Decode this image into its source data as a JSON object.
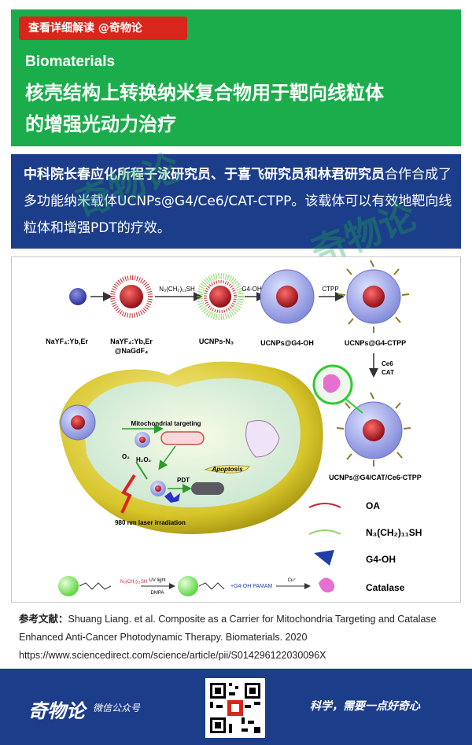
{
  "badge": "查看详细解读 @奇物论",
  "journal": "Biomaterials",
  "title_line1": "核壳结构上转换纳米复合物用于靶向线粒体",
  "title_line2": "的增强光动力治疗",
  "summary": {
    "bold": "中科院长春应化所程子泳研究员、于喜飞研究员和林君研究员",
    "rest": "合作合成了多功能纳米载体UCNPs@G4/Ce6/CAT-CTPP。该载体可以有效地靶向线粒体和增强PDT的疗效。"
  },
  "watermark": "奇物论",
  "figure": {
    "labels": {
      "core": "NaYF₄:Yb,Er",
      "shell_a": "NaYF₄:Yb,Er",
      "shell_b": "@NaGdF₄",
      "ucnps_n3": "UCNPs-N₃",
      "ucnps_g4": "UCNPs@G4-OH",
      "ucnps_ctpp": "UCNPs@G4-CTPP",
      "final": "UCNPs@G4/CAT/Ce6-CTPP",
      "arrow1": "N₃(CH₂)₁₁SH",
      "arrow2": "G4-OH",
      "arrow3": "CTPP",
      "arrow4a": "Ce6",
      "arrow4b": "CAT",
      "mito": "Mitochondrial targeting",
      "o2": "O₂",
      "h2o2": "H₂O₂",
      "pdt": "PDT",
      "apoptosis": "Apoptosis",
      "laser": "980 nm laser irradiation",
      "uv": "UV light",
      "dmpa": "DMPA",
      "g4pamam": "+G4-OH PAMAM",
      "cu": "Cu⁺"
    },
    "legend": [
      {
        "label": "OA",
        "color": "#c0282d"
      },
      {
        "label": "N₃(CH₂)₁₁SH",
        "color": "#8fd66a"
      },
      {
        "label": "G4-OH",
        "color": "#1f3fa6"
      },
      {
        "label": "Catalase",
        "color": "#e66fcf"
      }
    ]
  },
  "reference": {
    "label": "参考文献：",
    "text": "Shuang Liang. et al. Composite as a Carrier for Mitochondria Targeting and Catalase Enhanced Anti-Cancer Photodynamic Therapy. Biomaterials. 2020",
    "url": "https://www.sciencedirect.com/science/article/pii/S014296122030096X"
  },
  "footer": {
    "brand": "奇物论",
    "brand_sub": "微信公众号",
    "slogan": "科学，需要一点好奇心"
  }
}
